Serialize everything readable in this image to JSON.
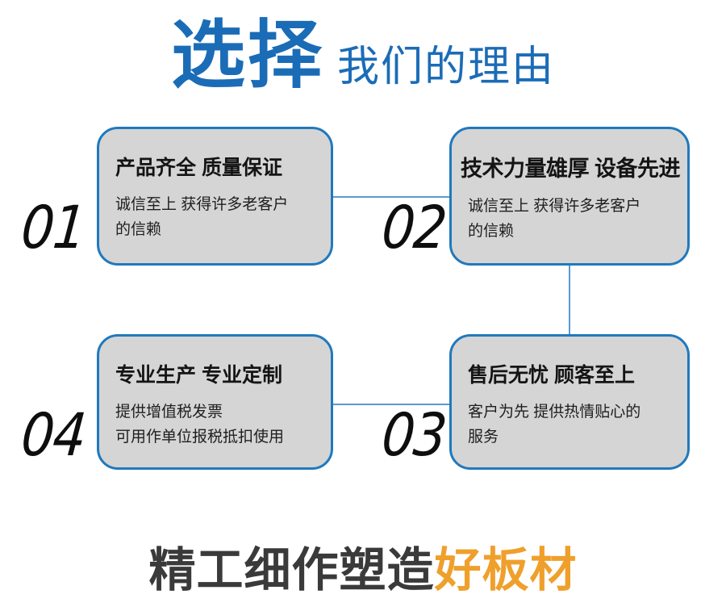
{
  "header": {
    "highlight": "选择",
    "rest": "我们的理由"
  },
  "reasons": [
    {
      "number": "01",
      "title": "产品齐全 质量保证",
      "description": "诚信至上 获得许多老客户\n的信赖"
    },
    {
      "number": "02",
      "title": "技术力量雄厚 设备先进",
      "description": "诚信至上 获得许多老客户\n的信赖"
    },
    {
      "number": "03",
      "title": "售后无忧 顾客至上",
      "description": "客户为先 提供热情贴心的\n服务"
    },
    {
      "number": "04",
      "title": "专业生产 专业定制",
      "description": "提供增值税发票\n可用作单位报税抵扣使用"
    }
  ],
  "footer": {
    "prefix": "精工细作塑造",
    "highlight": "好板材"
  },
  "colors": {
    "accent_blue": "#1b6cb7",
    "card_border_blue": "#2079bd",
    "card_fill_gray": "#d5d5d5",
    "connector_blue": "#5b9ad2",
    "number_black": "#0e0e0e",
    "slogan_dark": "#3a3a3a",
    "slogan_orange": "#efa02c"
  }
}
